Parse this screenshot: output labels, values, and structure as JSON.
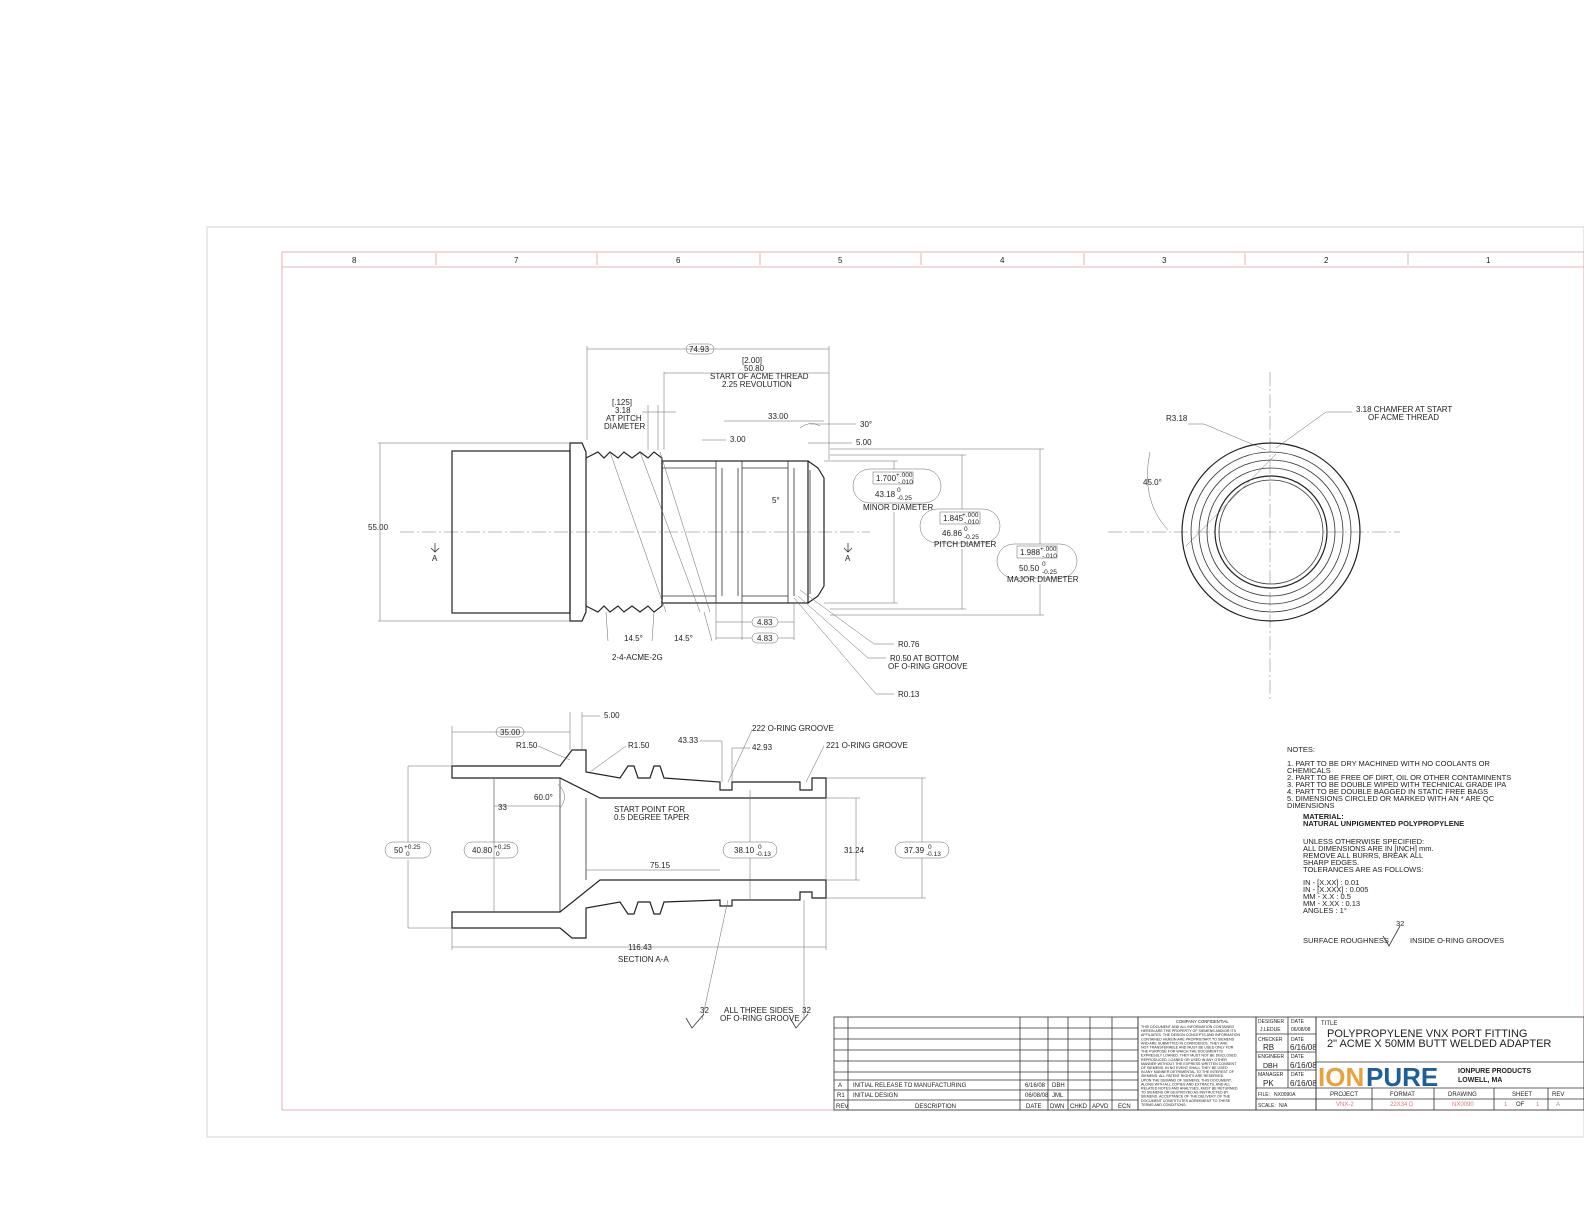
{
  "zone_numbers": [
    "8",
    "7",
    "6",
    "5",
    "4",
    "3",
    "2",
    "1"
  ],
  "dims_top": {
    "overall_74": "74.93",
    "thread_start_in": "[2.00]",
    "thread_start_mm": "50.80",
    "thread_start_label": "START OF ACME THREAD",
    "thread_rev": "2.25 REVOLUTION",
    "pitch_in": "[.125]",
    "pitch_mm": "3.18",
    "pitch_l1": "AT PITCH",
    "pitch_l2": "DIAMETER",
    "d33": "33.00",
    "d30deg": "30°",
    "d3": "3.00",
    "d5": "5.00",
    "d5deg": "5°",
    "d55": "55.00",
    "minor_in": "1.700",
    "minor_tol_in": "+.000\n-.010",
    "minor_mm": "43.18",
    "minor_tol_mm": "0\n-0.25",
    "minor_label": "MINOR DIAMETER",
    "pitch_d_in": "1.845",
    "pitch_d_mm": "46.86",
    "pitch_d_label": "PITCH DIAMTER",
    "major_in": "1.988",
    "major_mm": "50.50",
    "major_label": "MAJOR DIAMETER",
    "tol_in_top": "+.000",
    "tol_in_bot": "-.010",
    "tol_mm_top": "0",
    "tol_mm_bot": "-0.25",
    "a14_1": "14.5°",
    "a14_2": "14.5°",
    "thread_spec": "2-4-ACME-2G",
    "d483a": "4.83",
    "d483b": "4.83",
    "r076": "R0.76",
    "r050": "R0.50 AT BOTTOM",
    "r050b": "OF O-RING GROOVE",
    "r013": "R0.13",
    "sec_a": "A"
  },
  "dims_end": {
    "r318": "R3.18",
    "chamfer1": "3.18 CHAMFER AT START",
    "chamfer2": "OF ACME THREAD",
    "ang45": "45.0°"
  },
  "dims_sec": {
    "d35": "35.00",
    "d5": "5.00",
    "r150a": "R1.50",
    "r150b": "R1.50",
    "d4333": "43.33",
    "groove222": "222 O-RING GROOVE",
    "d4293": "42.93",
    "groove221": "221 O-RING GROOVE",
    "ang60": "60.0°",
    "d33": "33",
    "start1": "START POINT FOR",
    "start2": "0.5 DEGREE TAPER",
    "d50": "50",
    "d50tol": "+0.25",
    "d50tol2": "0",
    "d4080": "40.80",
    "d4080tol": "+0.25",
    "d4080tol2": "0",
    "d7515": "75.15",
    "d3810": "38.10",
    "d3810tol": "0",
    "d3810tol2": "-0.13",
    "d3124": "31.24",
    "d3739": "37.39",
    "d3739tol": "0",
    "d3739tol2": "-0.13",
    "d11643": "116.43",
    "section_label": "SECTION A-A",
    "rough1": "32",
    "rough2": "32",
    "all_sides1": "ALL THREE SIDES",
    "all_sides2": "OF O-RING GROOVE"
  },
  "notes": {
    "heading": "NOTES:",
    "items": [
      "1.   PART TO BE DRY MACHINED WITH NO COOLANTS OR",
      "      CHEMICALS",
      "2.   PART TO BE FREE OF DIRT, OIL OR OTHER CONTAMINENTS",
      "3.   PART TO BE DOUBLE WIPED WITH TECHNICAL GRADE IPA",
      "4.   PART TO BE DOUBLE BAGGED IN STATIC FREE BAGS",
      "5.   DIMENSIONS CIRCLED OR MARKED WITH AN * ARE QC",
      "      DIMENSIONS"
    ],
    "material_h": "MATERIAL:",
    "material": "NATURAL UNPIGMENTED POLYPROPYLENE",
    "unless": [
      "UNLESS OTHERWISE SPECIFIED:",
      "ALL DIMENSIONS ARE IN [INCH] mm.",
      "REMOVE ALL BURRS, BREAK ALL",
      "SHARP EDGES.",
      "TOLERANCES ARE AS FOLLOWS:"
    ],
    "tols": [
      "IN -  [X.XX]    :  0.01",
      "IN -  [X.XXX]  :  0.005",
      "MM - X.X       :  0.5",
      "MM - X.XX     :  0.13",
      "ANGLES  :  1°"
    ],
    "rough_val": "32",
    "rough_l": "SURFACE ROUGHNESS",
    "rough_r": "INSIDE O-RING GROOVES"
  },
  "revisions": {
    "rows": [
      {
        "rev": "A",
        "desc": "INITIAL RELEASE TO MANUFACTURING",
        "date": "6/16/08",
        "dwn": "DBH"
      },
      {
        "rev": "R1",
        "desc": "INITIAL DESIGN",
        "date": "06/08/08",
        "dwn": "JML"
      }
    ],
    "headers": [
      "REV",
      "DESCRIPTION",
      "DATE",
      "DWN",
      "CHKD",
      "APVD",
      "ECN"
    ]
  },
  "confidential": {
    "title": "COMPANY CONFIDENTIAL",
    "body": [
      "THIS DOCUMENT AND ALL INFORMATION CONTAINED",
      "HEREIN ARE THE PROPERTY OF SIEMENS AND/OR ITS",
      "AFFILIATES. THE DESIGN CONCEPTS AND INFORMATION",
      "CONTAINED HEREIN ARE PROPRIETARY TO SIEMENS",
      "AND ARE SUBMITTED IN CONFIDENCE. THEY ARE",
      "NOT TRANSFERABLE AND MUST BE USED ONLY FOR",
      "THE PURPOSE FOR WHICH THE DOCUMENT IS",
      "EXPRESSLY LOANED. THEY MUST NOT BE DISCLOSED,",
      "REPRODUCED, LOANED OR USED IN ANY OTHER",
      "MANNER WITHOUT THE EXPRESS WRITTEN CONSENT",
      "OF SIEMENS. IN NO EVENT SHALL THEY BE USED",
      "IN ANY MANNER DETRIMENTAL TO THE INTEREST OF",
      "SIEMENS. ALL PATENT RIGHTS ARE RESERVED.",
      "UPON THE DEMAND OF SIEMENS, THIS DOCUMENT,",
      "ALONG WITH ALL COPIES AND EXTRACTS, AND ALL",
      "RELATED NOTES AND ANALYSES, MUST BE RETURNED",
      "TO SIEMENS OR DESTROYED AS INSTRUCTED BY",
      "SIEMENS. ACCEPTANCE OF THE DELIVERY OF THE",
      "DOCUMENT CONSTITUTES AGREEMENT TO THESE",
      "TERMS AND CONDITIONS."
    ]
  },
  "approvals": {
    "designer_l": "DESIGNER",
    "designer": "J.LEDUE",
    "date_l": "DATE",
    "designer_date": "06/08/08",
    "checker_l": "CHECKER",
    "checker": "RB",
    "checker_date": "6/16/08",
    "engineer_l": "ENGINEER",
    "engineer": "DBH",
    "engineer_date": "6/16/08",
    "manager_l": "MANAGER",
    "manager": "PK",
    "manager_date": "6/16/08",
    "file_l": "FILE:",
    "file": "NX0090A",
    "scale_l": "SCALE:",
    "scale": "N/A"
  },
  "title_block": {
    "title_l": "TITLE",
    "title1": "POLYPROPYLENE VNX PORT FITTING",
    "title2": "2\" ACME X 50MM BUTT WELDED ADAPTER",
    "logo_a": "ION",
    "logo_b": "PURE",
    "company1": "IONPURE PRODUCTS",
    "company2": "LOWELL, MA",
    "project_l": "PROJECT",
    "project": "VNX-2",
    "format_l": "FORMAT",
    "format": "22X34 D",
    "drawing_l": "DRAWING",
    "drawing": "NX0090",
    "sheet_l": "SHEET",
    "sheet_n": "1",
    "sheet_of": "OF",
    "sheet_t": "1",
    "rev_l": "REV",
    "rev": "A"
  }
}
